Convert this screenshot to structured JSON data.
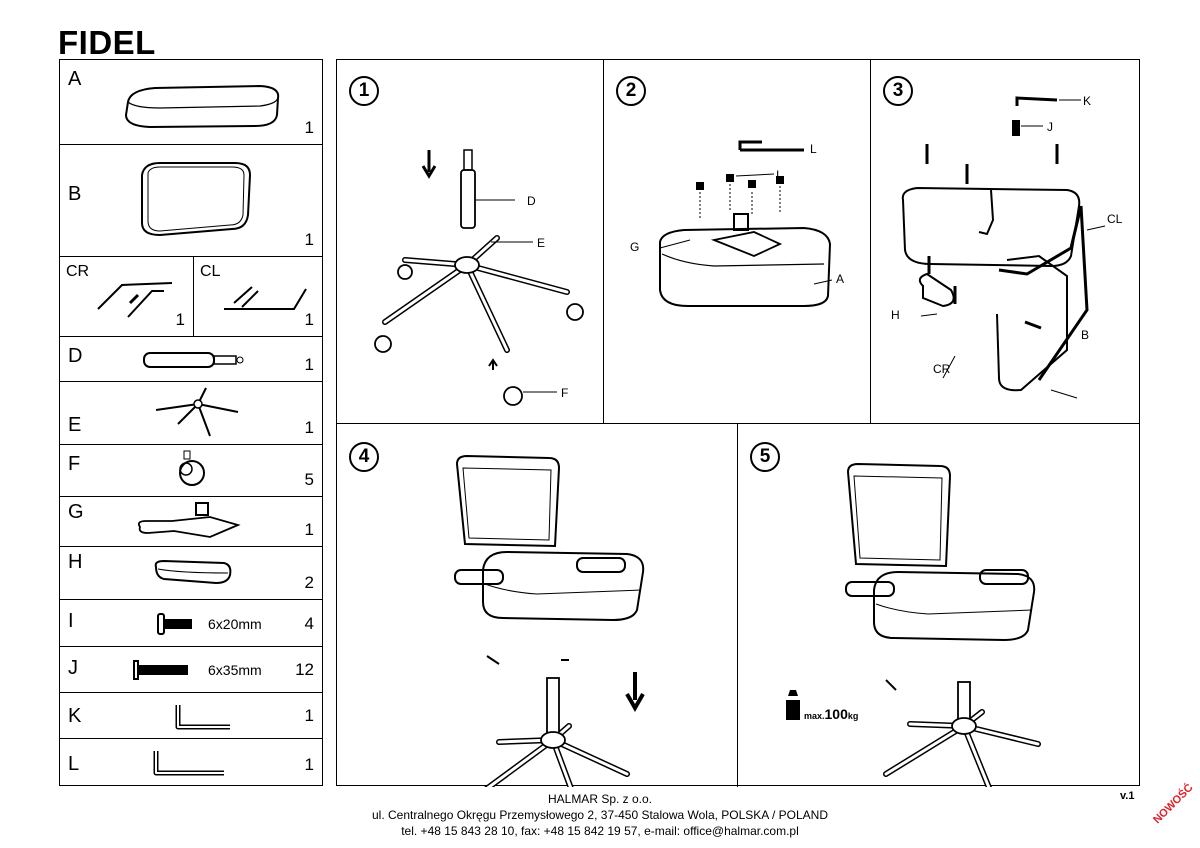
{
  "title": "FIDEL",
  "parts": [
    {
      "label": "A",
      "qty": "1",
      "icon": "seat-cushion-icon"
    },
    {
      "label": "B",
      "qty": "1",
      "icon": "backrest-cushion-icon"
    },
    {
      "label": "CR",
      "qty": "1",
      "icon": "right-frame-icon"
    },
    {
      "label": "CL",
      "qty": "1",
      "icon": "left-frame-icon"
    },
    {
      "label": "D",
      "qty": "1",
      "icon": "gas-lift-icon"
    },
    {
      "label": "E",
      "qty": "1",
      "icon": "star-base-icon"
    },
    {
      "label": "F",
      "qty": "5",
      "icon": "caster-wheel-icon"
    },
    {
      "label": "G",
      "qty": "1",
      "icon": "tilt-mechanism-icon"
    },
    {
      "label": "H",
      "qty": "2",
      "icon": "armrest-pad-icon"
    },
    {
      "label": "I",
      "qty": "4",
      "dim": "6x20mm",
      "icon": "short-bolt-icon"
    },
    {
      "label": "J",
      "qty": "12",
      "dim": "6x35mm",
      "icon": "long-bolt-icon"
    },
    {
      "label": "K",
      "qty": "1",
      "icon": "small-allen-key-icon"
    },
    {
      "label": "L",
      "qty": "1",
      "icon": "large-allen-key-icon"
    }
  ],
  "steps": [
    {
      "num": "1",
      "callouts": [
        "D",
        "E",
        "F"
      ]
    },
    {
      "num": "2",
      "callouts": [
        "L",
        "I",
        "G",
        "A"
      ]
    },
    {
      "num": "3",
      "callouts": [
        "K",
        "J",
        "CL",
        "H",
        "B",
        "CR"
      ]
    },
    {
      "num": "4",
      "callouts": []
    },
    {
      "num": "5",
      "callouts": []
    }
  ],
  "max_weight": {
    "prefix": "max.",
    "value": "100",
    "unit": "kg"
  },
  "footer": {
    "line1": "HALMAR Sp. z o.o.",
    "line2": "ul. Centralnego Okręgu Przemysłowego 2, 37-450 Stalowa Wola, POLSKA / POLAND",
    "line3": "tel. +48 15 843 28 10, fax: +48 15 842 19 57, e-mail: office@halmar.com.pl"
  },
  "version": "v.1",
  "badge": "NOWOŚĆ",
  "colors": {
    "line": "#000000",
    "badge": "#e0202a"
  }
}
